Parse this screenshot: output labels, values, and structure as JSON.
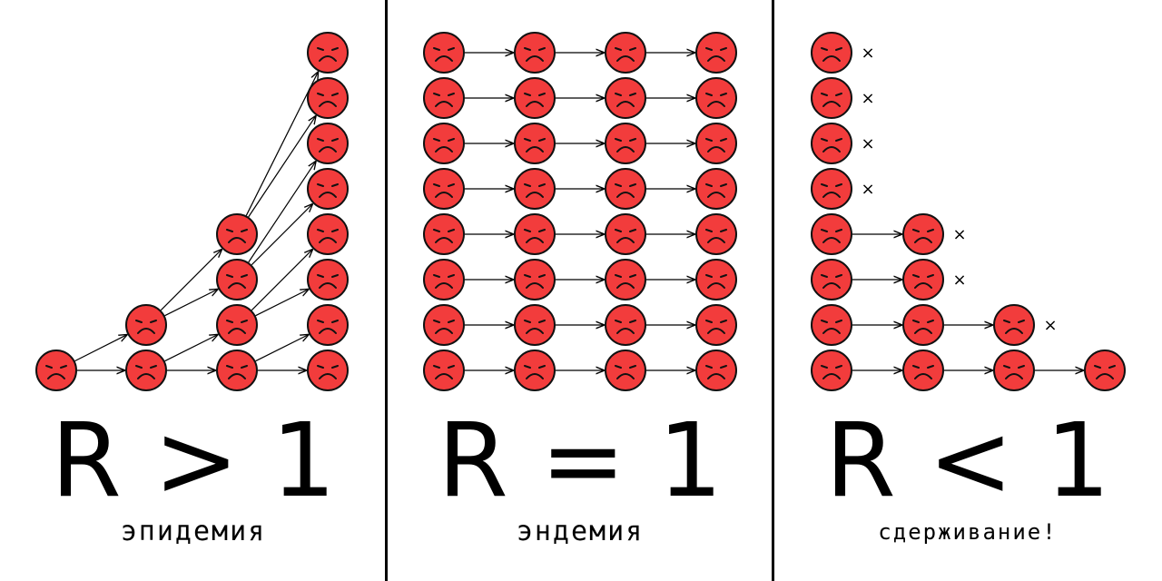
{
  "colors": {
    "face": "#f23c3c",
    "outline": "#111111",
    "arrow": "#000000"
  },
  "icon": "sad-face-icon",
  "panels": [
    {
      "id": "r-greater",
      "formula": "R > 1",
      "caption": "эпидемия"
    },
    {
      "id": "r-equal",
      "formula": "R = 1",
      "caption": "эндемия"
    },
    {
      "id": "r-less",
      "formula": "R < 1",
      "caption": "сдерживание!"
    }
  ],
  "end_mark": "×"
}
